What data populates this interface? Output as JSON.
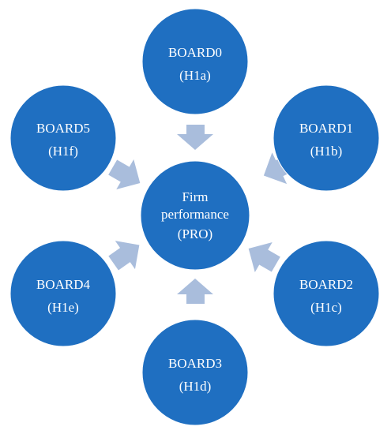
{
  "diagram": {
    "center": {
      "line1": "Firm",
      "line2": "performance",
      "line3": "(PRO)"
    },
    "nodes": [
      {
        "id": "board0",
        "name": "BOARD0",
        "hypothesis": "(H1a)"
      },
      {
        "id": "board1",
        "name": "BOARD1",
        "hypothesis": "(H1b)"
      },
      {
        "id": "board2",
        "name": "BOARD2",
        "hypothesis": "(H1c)"
      },
      {
        "id": "board3",
        "name": "BOARD3",
        "hypothesis": "(H1d)"
      },
      {
        "id": "board4",
        "name": "BOARD4",
        "hypothesis": "(H1e)"
      },
      {
        "id": "board5",
        "name": "BOARD5",
        "hypothesis": "(H1f)"
      }
    ],
    "colors": {
      "circle_fill": "#1f6fc1",
      "circle_stroke": "#ffffff",
      "arrow_fill": "#a9bddc",
      "text": "#ffffff"
    }
  }
}
